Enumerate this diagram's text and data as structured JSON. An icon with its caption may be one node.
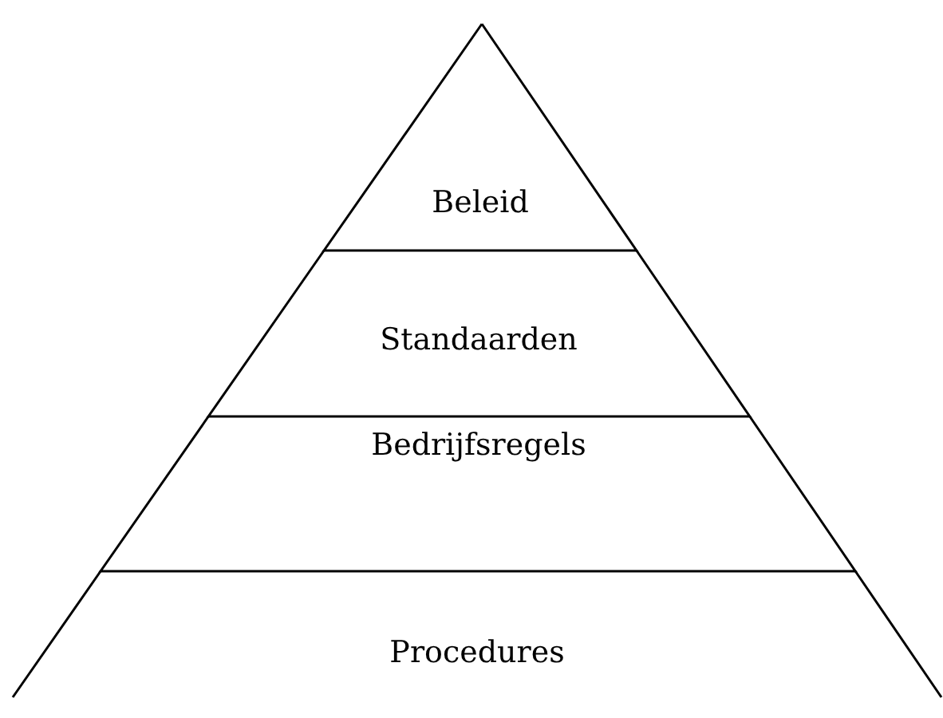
{
  "diagram": {
    "nodes": [
      {
        "text": [
          "Beleid"
        ]
      },
      {
        "text": [
          "Standaarden"
        ]
      },
      {
        "text": [
          "Bedrijfsregels"
        ]
      },
      {
        "text": [
          "Procedures"
        ]
      }
    ]
  }
}
